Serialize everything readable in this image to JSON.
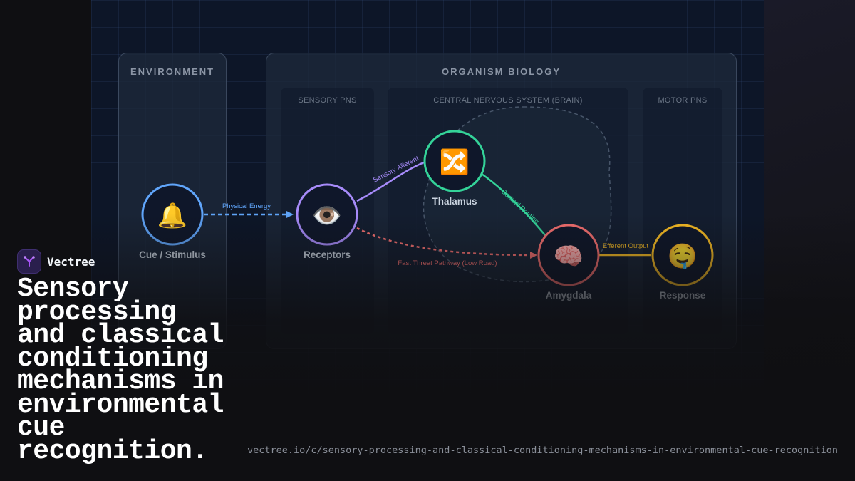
{
  "diagram": {
    "panels": {
      "environment": "ENVIRONMENT",
      "organism": "ORGANISM BIOLOGY"
    },
    "lanes": {
      "sensory": "SENSORY PNS",
      "cns": "CENTRAL NERVOUS SYSTEM (BRAIN)",
      "motor": "MOTOR PNS"
    },
    "nodes": {
      "cue": {
        "label": "Cue / Stimulus",
        "icon": "bell-icon",
        "glyph": "🔔",
        "color": "#60a5fa"
      },
      "receptors": {
        "label": "Receptors",
        "icon": "eye-icon",
        "glyph": "👁️",
        "color": "#a78bfa"
      },
      "thalamus": {
        "label": "Thalamus",
        "icon": "shuffle-icon",
        "glyph": "🔀",
        "color": "#34d399"
      },
      "amygdala": {
        "label": "Amygdala",
        "icon": "brain-icon",
        "glyph": "🧠",
        "color": "#f87171"
      },
      "response": {
        "label": "Response",
        "icon": "drooling-face-icon",
        "glyph": "🤤",
        "color": "#fbbf24"
      }
    },
    "edges": {
      "physical_energy": {
        "label": "Physical Energy",
        "color": "#60a5fa"
      },
      "sensory_afferent": {
        "label": "Sensory Afferent",
        "color": "#a78bfa"
      },
      "cortical_routing": {
        "label": "Cortical Routing",
        "color": "#34d399"
      },
      "fast_threat": {
        "label": "Fast Threat Pathway (Low Road)",
        "color": "#f87171"
      },
      "efferent_output": {
        "label": "Efferent Output",
        "color": "#fbbf24"
      }
    }
  },
  "brand": {
    "name": "Vectree",
    "icon": "vectree-logo-icon",
    "accent": "#a855f7"
  },
  "headline": "Sensory processing and classical conditioning mechanisms in environmental cue recognition.",
  "url": "vectree.io/c/sensory-processing-and-classical-conditioning-mechanisms-in-environmental-cue-recognition"
}
